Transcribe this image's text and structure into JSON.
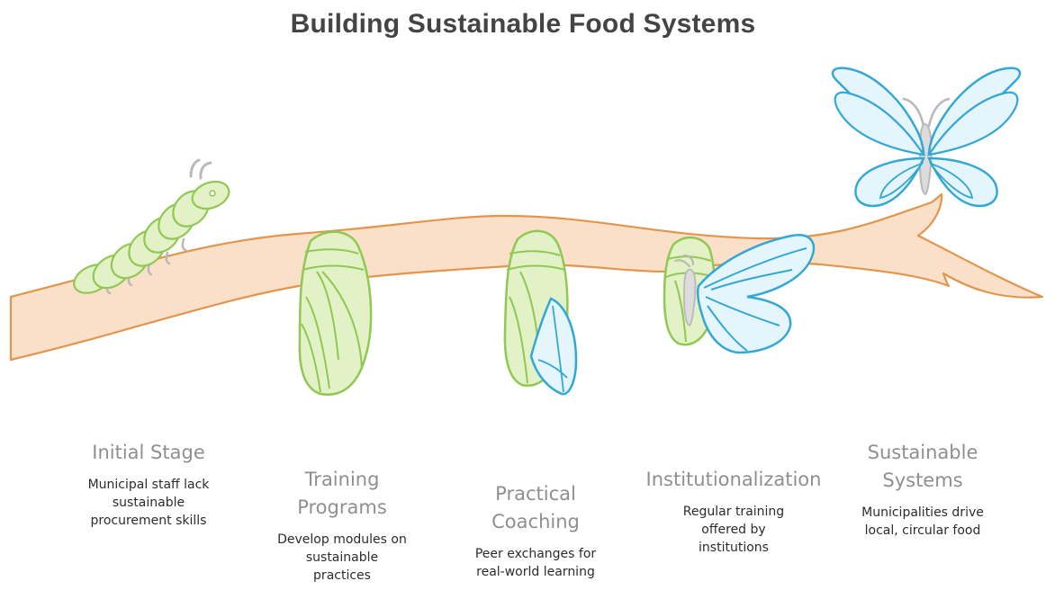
{
  "title": "Building Sustainable Food Systems",
  "colors": {
    "branch_fill": "#fbe0c9",
    "branch_stroke": "#e1954d",
    "green_fill": "#e2f2c6",
    "green_stroke": "#90c853",
    "blue_fill": "#e4f5fc",
    "blue_stroke": "#35a7d5",
    "label_gray": "#8f8f8f"
  },
  "stages": [
    {
      "title": [
        "Initial Stage"
      ],
      "description": [
        "Municipal staff lack",
        "sustainable",
        "procurement skills"
      ],
      "icon": "caterpillar-icon"
    },
    {
      "title": [
        "Training",
        "Programs"
      ],
      "description": [
        "Develop modules on",
        "sustainable",
        "practices"
      ],
      "icon": "chrysalis-icon"
    },
    {
      "title": [
        "Practical",
        "Coaching"
      ],
      "description": [
        "Peer exchanges for",
        "real-world learning"
      ],
      "icon": "opening-chrysalis-icon"
    },
    {
      "title": [
        "Institutionalization"
      ],
      "description": [
        "Regular training",
        "offered by",
        "institutions"
      ],
      "icon": "emerging-butterfly-icon"
    },
    {
      "title": [
        "Sustainable",
        "Systems"
      ],
      "description": [
        "Municipalities drive",
        "local, circular food"
      ],
      "icon": "butterfly-icon"
    }
  ]
}
